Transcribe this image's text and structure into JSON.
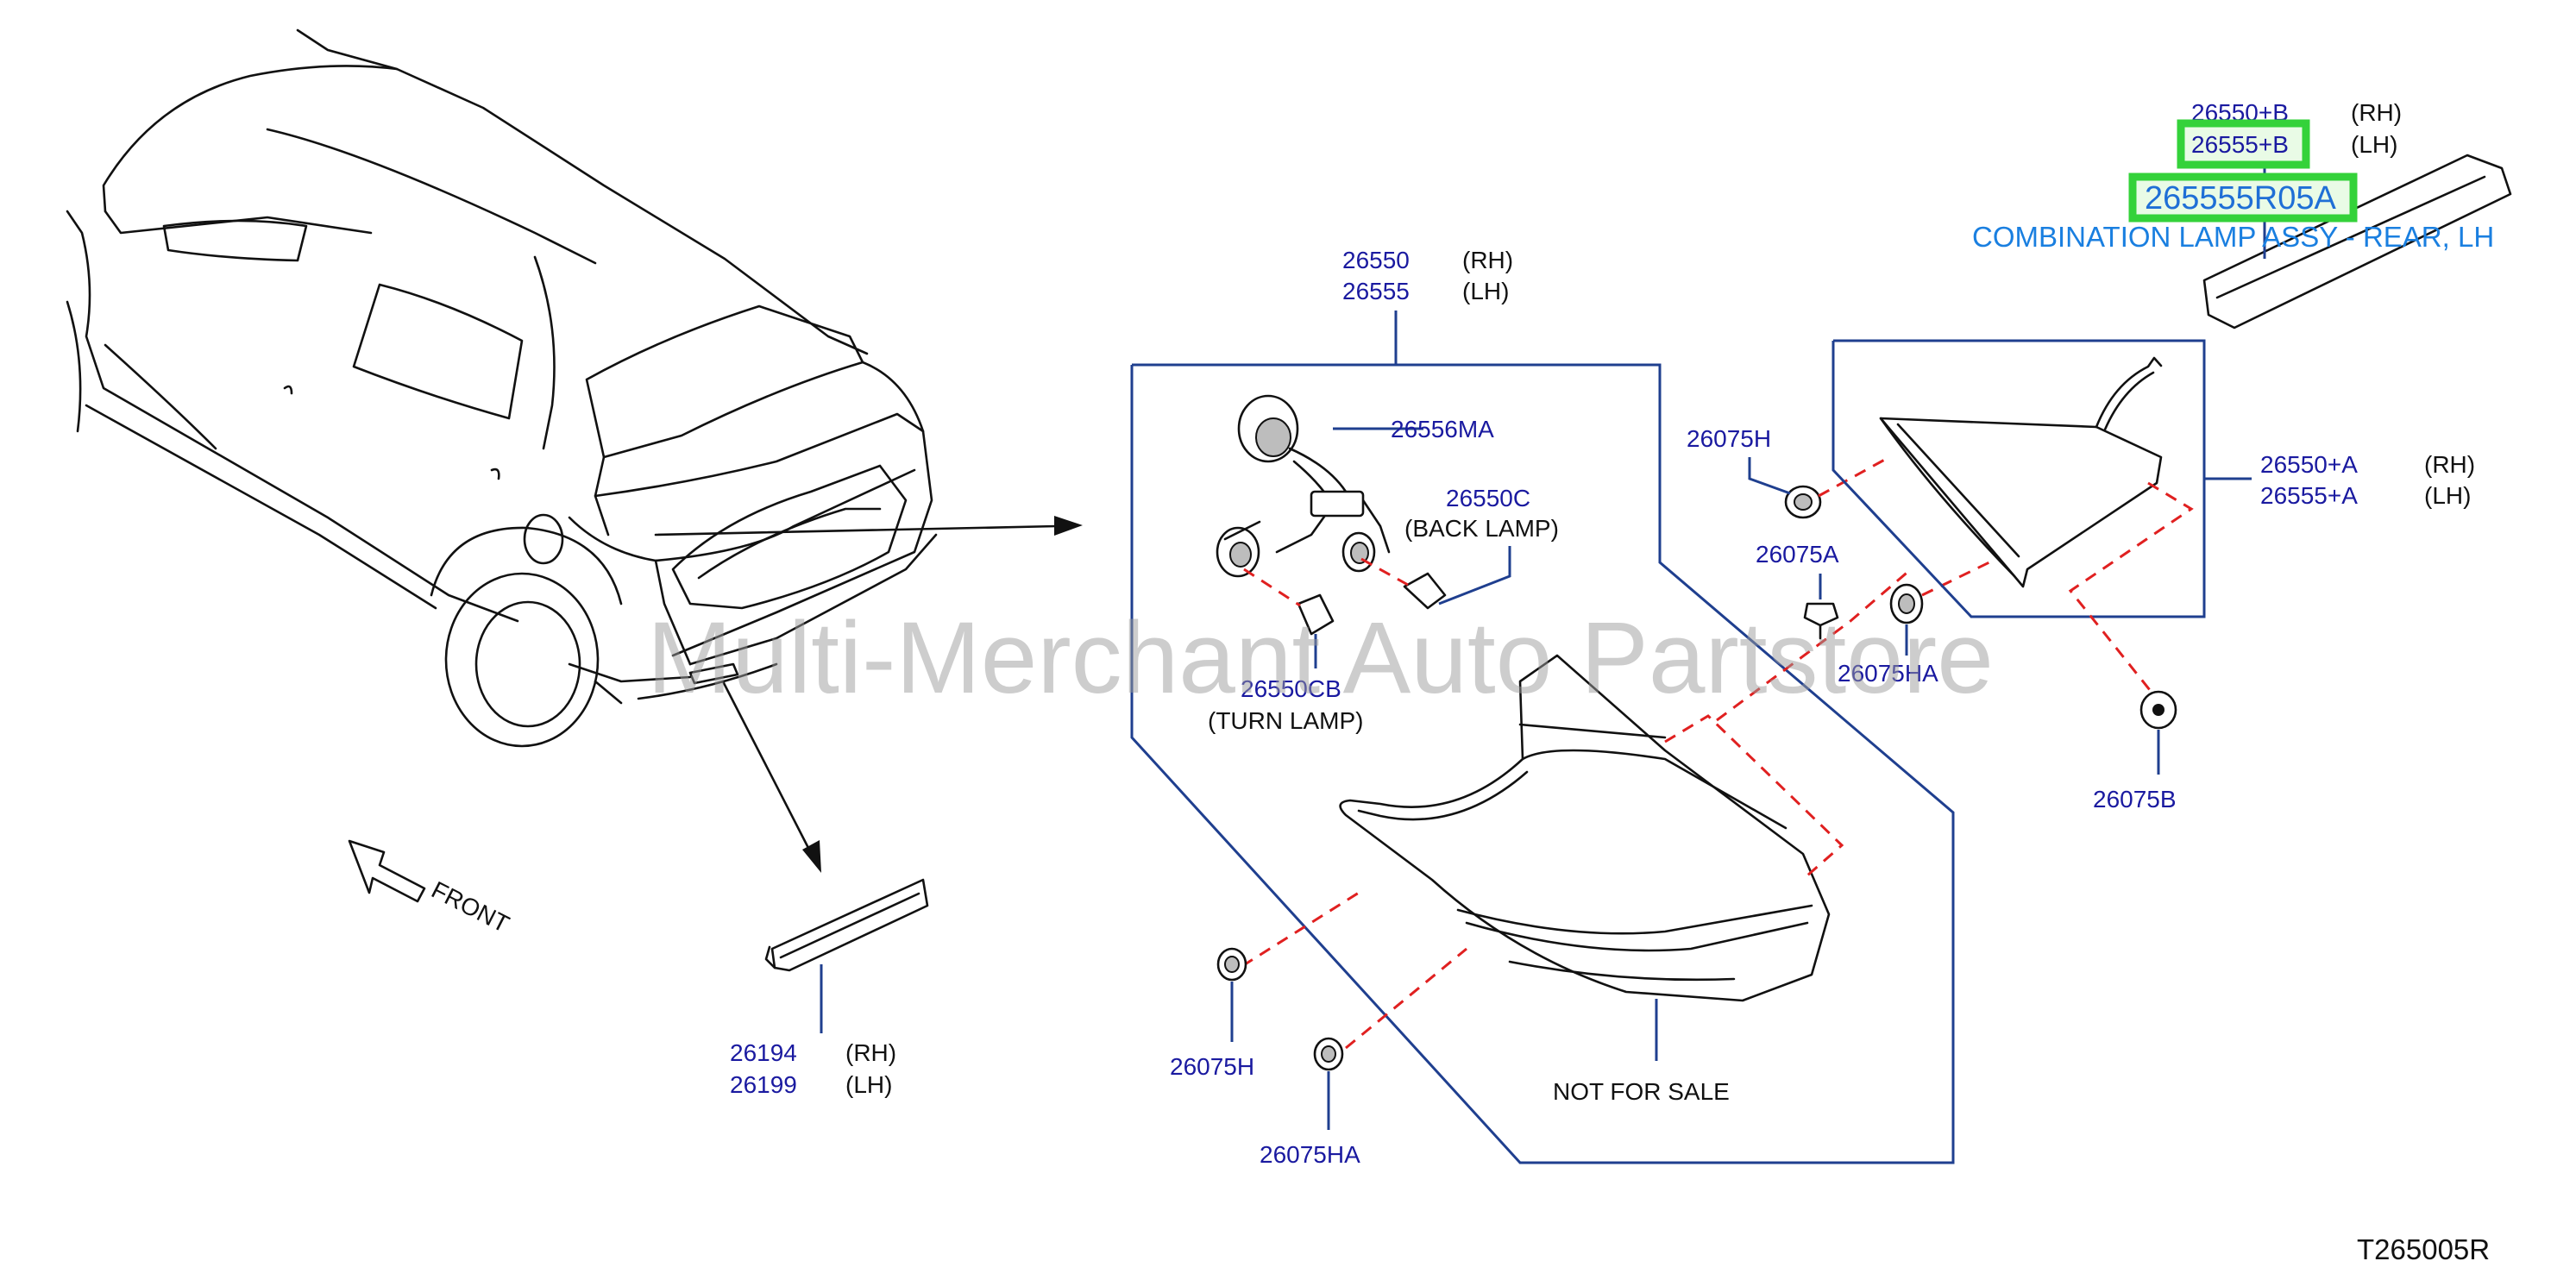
{
  "diagram": {
    "watermark": "Multi-Merchant Auto Partstore",
    "reference_code": "T265005R",
    "front_label": "FRONT",
    "not_for_sale": "NOT   FOR   SALE",
    "rh": "(RH)",
    "lh": "(LH)",
    "side_marker": {
      "rh": "26194",
      "lh": "26199"
    },
    "assembly": {
      "rh": "26550",
      "lh": "26555"
    },
    "bulb_socket": "26556MA",
    "back_lamp": {
      "part": "26550C",
      "label": "(BACK   LAMP)"
    },
    "turn_lamp": {
      "part": "26550CB",
      "label": "(TURN   LAMP)"
    },
    "grommets": {
      "h_left": "26075H",
      "ha_left": "26075HA",
      "h_right": "26075H",
      "a": "26075A",
      "ha_right": "26075HA",
      "b": "26075B"
    },
    "inner_lamp": {
      "rh": "26550+A",
      "lh": "26555+A"
    },
    "garnish": {
      "rh": "26550+B",
      "lh": "26555+B"
    },
    "highlighted_part": {
      "number": "265555R05A",
      "description": "COMBINATION LAMP ASSY - REAR, LH",
      "highlight_color": "#34d23a"
    },
    "colors": {
      "part_number": "#1a1aa0",
      "frame": "#1f3f8f",
      "dashed_line": "#e02020",
      "caption": "#1a7fe0"
    }
  }
}
